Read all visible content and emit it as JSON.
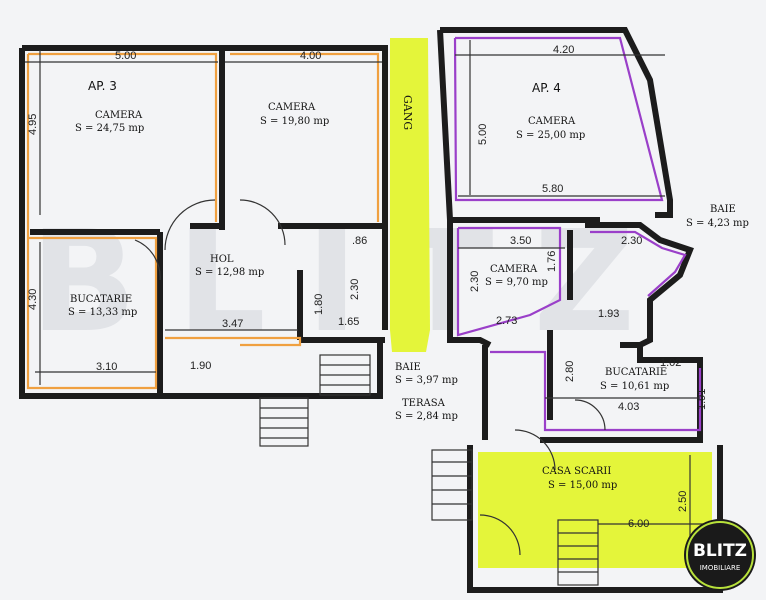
{
  "colors": {
    "apt3_outline": "#f0a040",
    "apt4_outline": "#9a3fc9",
    "corridor_highlight": "#e4f53a",
    "stair_highlight": "#e4f53a",
    "wall": "#1c1c1c",
    "watermark": "#c9ccd2",
    "logo_bg": "#1a1a1a",
    "logo_accent": "#b8e23b"
  },
  "top_text": "",
  "apartments": [
    {
      "id": "apt3",
      "title": "AP. 3"
    },
    {
      "id": "apt4",
      "title": "AP. 4"
    }
  ],
  "rooms": [
    {
      "id": "ap3-camera1",
      "name": "CAMERA",
      "area": "S = 24,75 mp"
    },
    {
      "id": "ap3-camera2",
      "name": "CAMERA",
      "area": "S = 19,80 mp"
    },
    {
      "id": "ap3-hol",
      "name": "HOL",
      "area": "S = 12,98 mp"
    },
    {
      "id": "ap3-bucatarie",
      "name": "BUCATARIE",
      "area": "S = 13,33  mp"
    },
    {
      "id": "ap3-baie",
      "name": "BAIE",
      "area": "S = 3,97 mp"
    },
    {
      "id": "terasa",
      "name": "TERASA",
      "area": "S = 2,84 mp"
    },
    {
      "id": "gang",
      "name": "GANG",
      "area": ""
    },
    {
      "id": "ap4-camera1",
      "name": "CAMERA",
      "area": "S = 25,00 mp"
    },
    {
      "id": "ap4-camera2",
      "name": "CAMERA",
      "area": "S = 9,70 mp"
    },
    {
      "id": "ap4-baie",
      "name": "BAIE",
      "area": "S = 4,23 mp"
    },
    {
      "id": "ap4-bucatarie",
      "name": "BUCATARIE",
      "area": "S = 10,61 mp"
    },
    {
      "id": "casa-scarii",
      "name": "CASA SCARII",
      "area": "S = 15,00 mp"
    }
  ],
  "dimensions": {
    "d_500_top": "5.00",
    "d_400_top": "4.00",
    "d_495": "4.95",
    "d_430": "4.30",
    "d_310": "3.10",
    "d_190": "1.90",
    "d_347": "3.47",
    "d_180": "1.80",
    "d_165": "1.65",
    "d_230a": "2.30",
    "d_86": ".86",
    "d_420": "4.20",
    "d_500_v": "5.00",
    "d_580": "5.80",
    "d_350": "3.50",
    "d_230b": "2.30",
    "d_230c": "2.30",
    "d_176": "1.76",
    "d_273": "2.73",
    "d_193": "1.93",
    "d_102": "1.02",
    "d_191": "1.91",
    "d_403": "4.03",
    "d_280": "2.80",
    "d_250": "2.50",
    "d_600": "6.00"
  },
  "watermark": "BLITZ",
  "logo": {
    "main": "BLITZ",
    "sub": "IMOBILIARE"
  }
}
